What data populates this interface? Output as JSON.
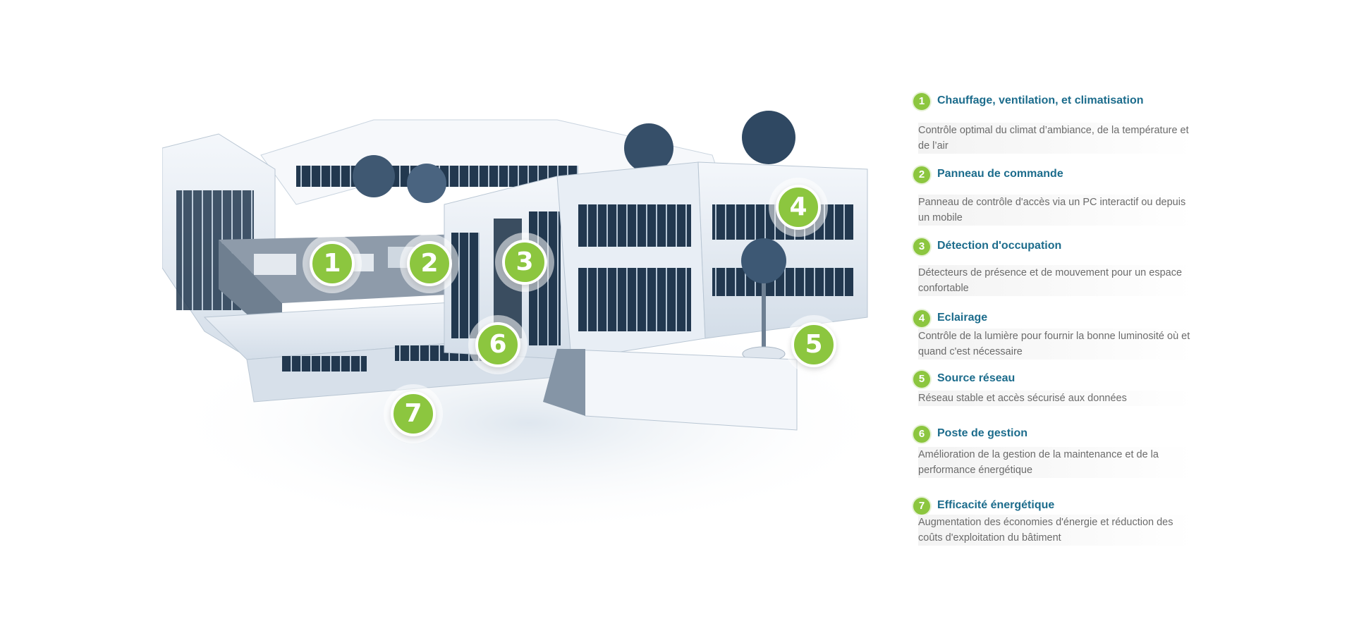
{
  "colors": {
    "accent_green": "#8cc63f",
    "title_blue": "#1c6c8c",
    "desc_gray": "#6b6b6b"
  },
  "markers": [
    "1",
    "2",
    "3",
    "4",
    "5",
    "6",
    "7"
  ],
  "legend": [
    {
      "num": "1",
      "title": "Chauffage, ventilation, et climatisation",
      "desc": "Contrôle optimal du climat d’ambiance, de la température et de l’air"
    },
    {
      "num": "2",
      "title": "Panneau de commande",
      "desc": "Panneau de contrôle d'accès via un PC interactif ou depuis un mobile"
    },
    {
      "num": "3",
      "title": "Détection d'occupation",
      "desc": "Détecteurs de présence et de mouvement pour un espace confortable"
    },
    {
      "num": "4",
      "title": "Eclairage",
      "desc": "Contrôle de la lumière pour fournir la bonne luminosité où et quand c'est nécessaire"
    },
    {
      "num": "5",
      "title": "Source réseau",
      "desc": "Réseau stable et accès sécurisé aux données"
    },
    {
      "num": "6",
      "title": "Poste de gestion",
      "desc": "Amélioration de la gestion de la maintenance et de la performance énergétique"
    },
    {
      "num": "7",
      "title": "Efficacité énergétique",
      "desc": "Augmentation des économies d'énergie et réduction des coûts d'exploitation du bâtiment"
    }
  ]
}
